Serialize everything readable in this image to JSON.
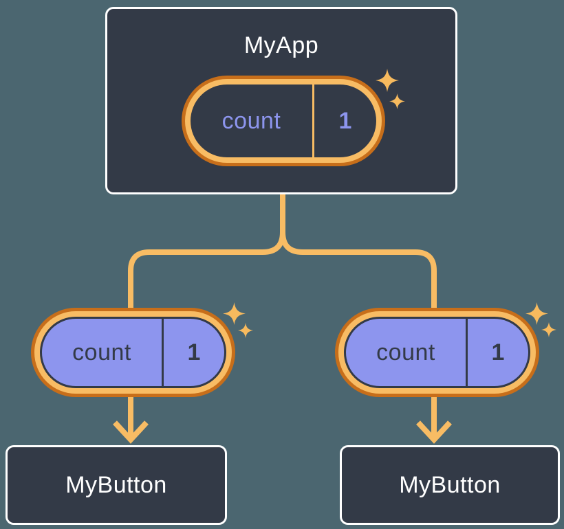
{
  "diagram": {
    "description": "React component tree showing lifted state shared from parent to children",
    "root": {
      "title": "MyApp",
      "state": {
        "name": "count",
        "value": "1"
      }
    },
    "children": [
      {
        "title": "MyButton",
        "state": {
          "name": "count",
          "value": "1"
        }
      },
      {
        "title": "MyButton",
        "state": {
          "name": "count",
          "value": "1"
        }
      }
    ]
  },
  "colors": {
    "background": "#4B6670",
    "node_fill": "#333A47",
    "node_border": "#FFFFFF",
    "node_text": "#FFFFFF",
    "state_fill": "#8D95EE",
    "state_outline": "#333A47",
    "state_text_dark": "#333A47",
    "state_text_light": "#8D95EE",
    "ring_outer": "#C76E1A",
    "ring_inner": "#F8BC64",
    "connector": "#F8BC64",
    "sparkle": "#F7BA5E"
  }
}
